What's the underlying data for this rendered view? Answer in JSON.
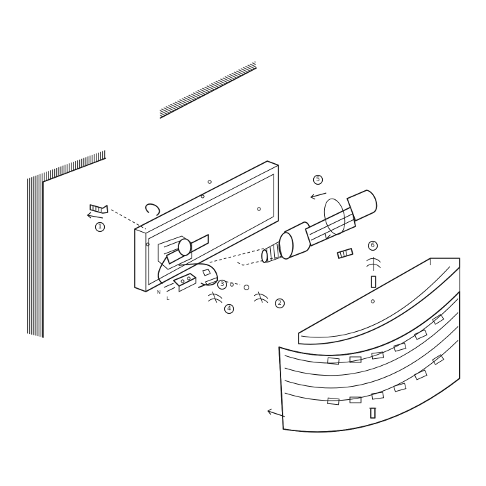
{
  "steps": [
    "1",
    "2",
    "3",
    "4",
    "5",
    "6"
  ],
  "wire_labels": {
    "neutral": "N",
    "live": "L"
  }
}
